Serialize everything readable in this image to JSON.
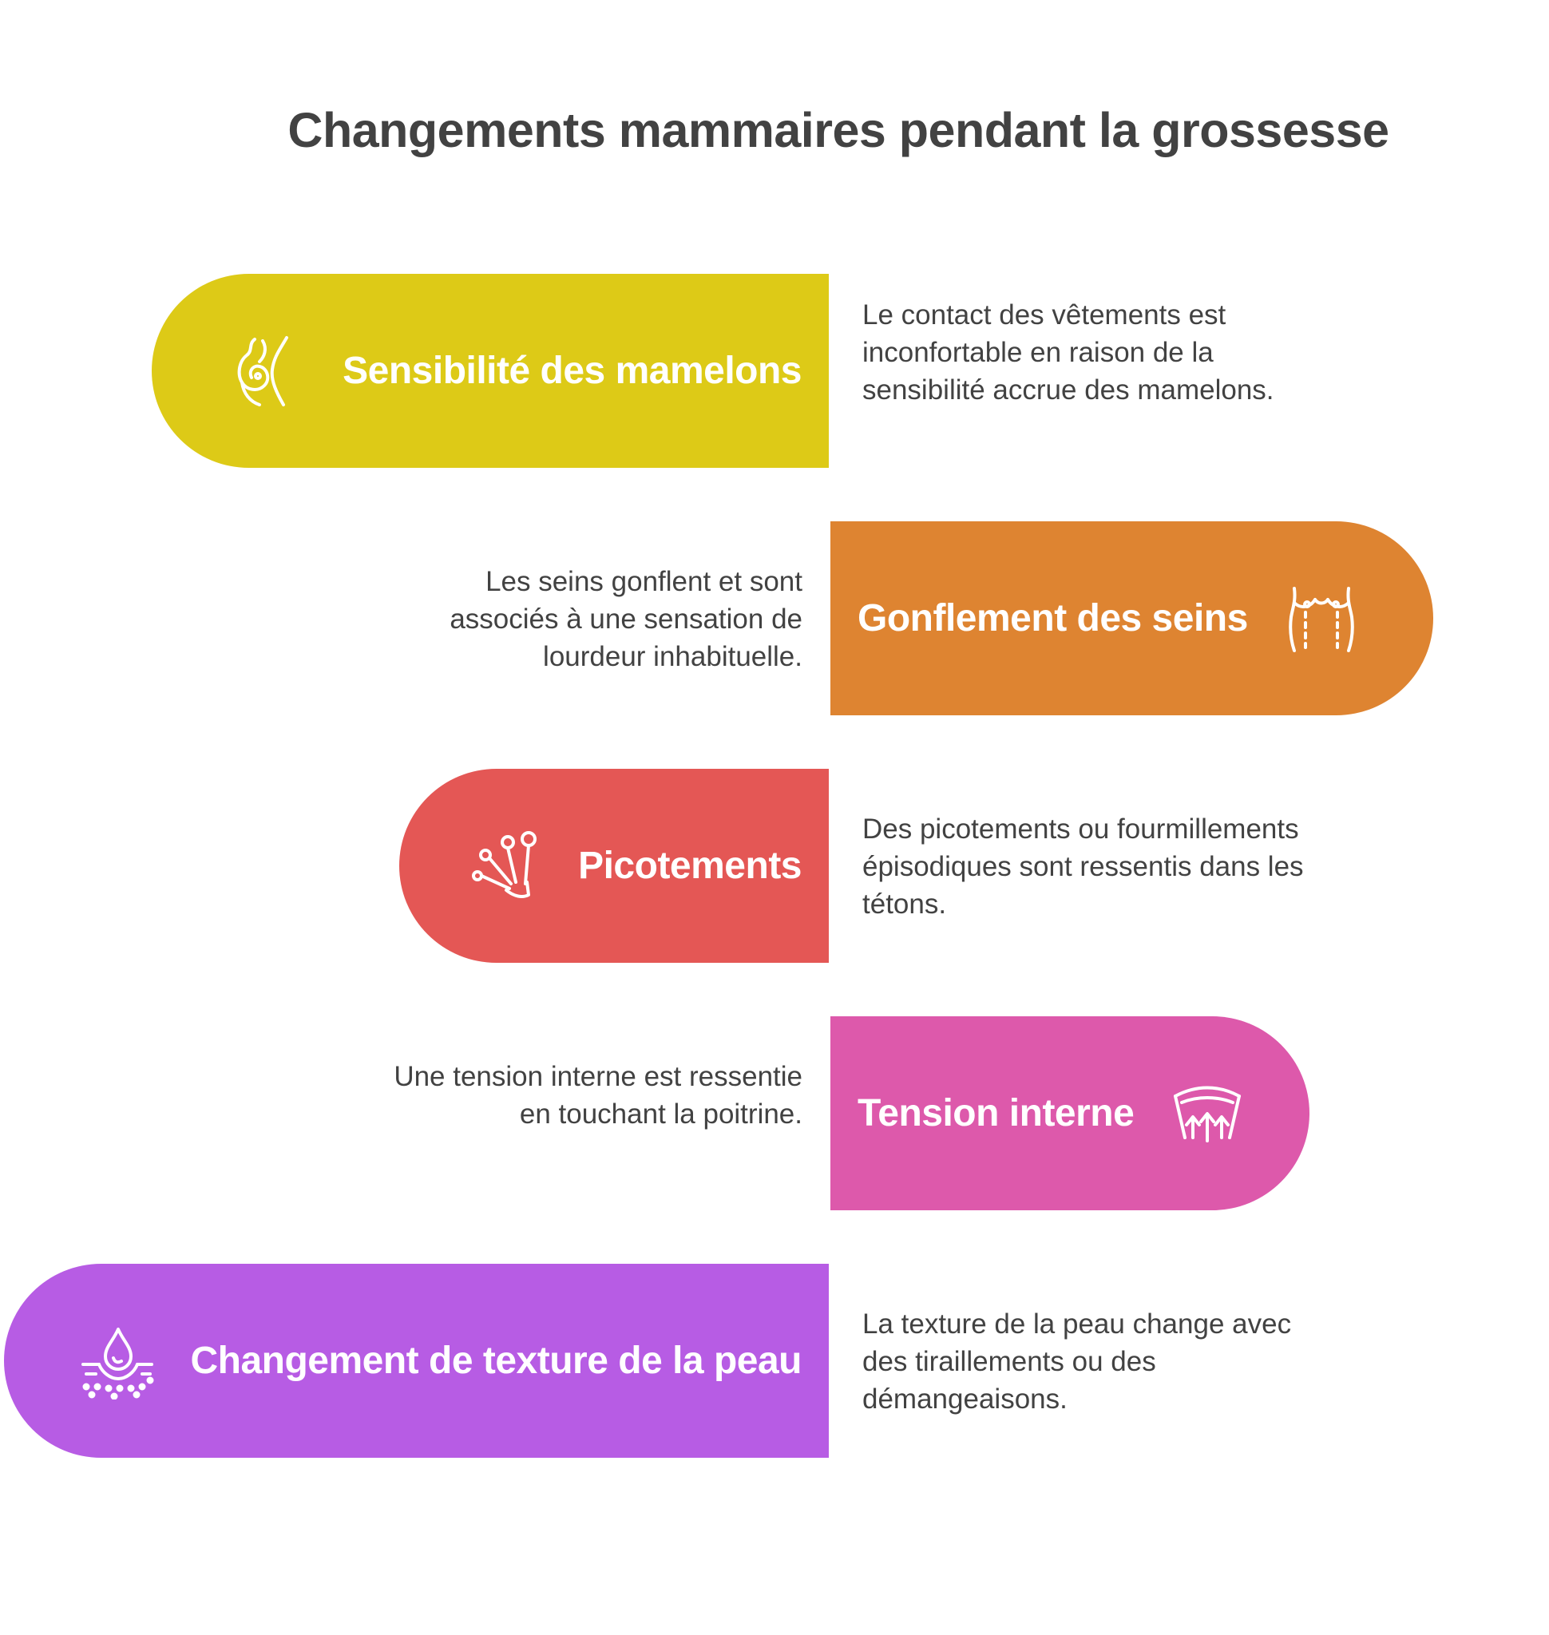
{
  "title": "Changements mammaires pendant la grossesse",
  "colors": {
    "item1": "#DDCA17",
    "item2": "#DE8431",
    "item3": "#E45755",
    "item4": "#DD59AB",
    "item5": "#B75CE4"
  },
  "items": [
    {
      "label": "Sensibilité des mamelons",
      "icon": "breast-sensitivity-icon",
      "description": "Le contact des vêtements est inconfortable en raison de la sensibilité accrue des mamelons."
    },
    {
      "label": "Gonflement des seins",
      "icon": "breast-swelling-icon",
      "description": "Les seins gonflent et sont associés à une sensation de lourdeur inhabituelle."
    },
    {
      "label": "Picotements",
      "icon": "tingling-icon",
      "description": "Des picotements ou fourmillements épisodiques sont ressentis dans les tétons."
    },
    {
      "label": "Tension interne",
      "icon": "internal-tension-icon",
      "description": "Une tension interne est ressentie en touchant la poitrine."
    },
    {
      "label": "Changement de texture de la peau",
      "icon": "skin-texture-icon",
      "description": "La texture de la peau change avec des tiraillements ou des démangeaisons."
    }
  ]
}
